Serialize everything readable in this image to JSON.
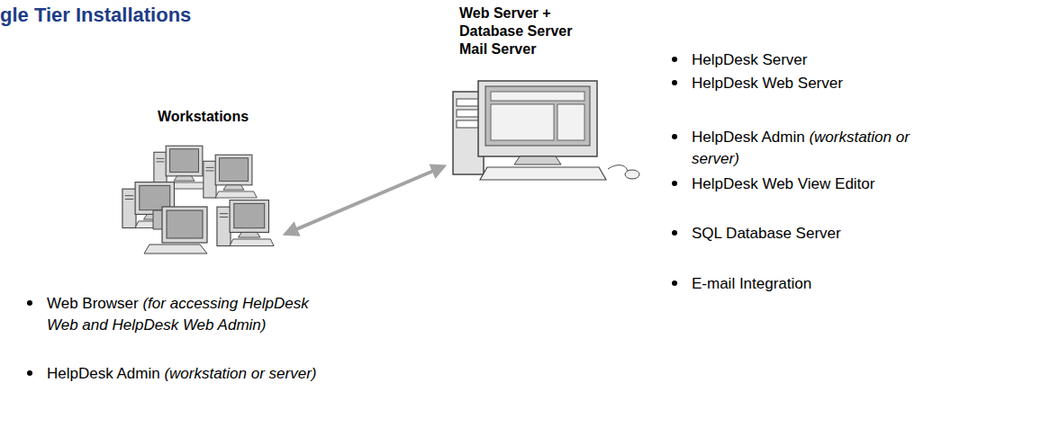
{
  "diagram": {
    "title": "gle Tier Installations",
    "nodes": [
      {
        "text": [
          "Workstations"
        ]
      },
      {
        "text": [
          "Web Server + Database Server Mail Server"
        ]
      }
    ],
    "edges": [
      {
        "from": 0,
        "to": 1,
        "arrow": "both"
      }
    ],
    "labels": [
      "HelpDesk Server",
      "HelpDesk Web Server",
      "HelpDesk Admin (workstation or server)",
      "HelpDesk Web View Editor",
      "SQL Database Server",
      "E-mail Integration",
      "Web Browser (for accessing HelpDesk Web and HelpDesk Web Admin)",
      "HelpDesk Admin (workstation or server)"
    ]
  }
}
